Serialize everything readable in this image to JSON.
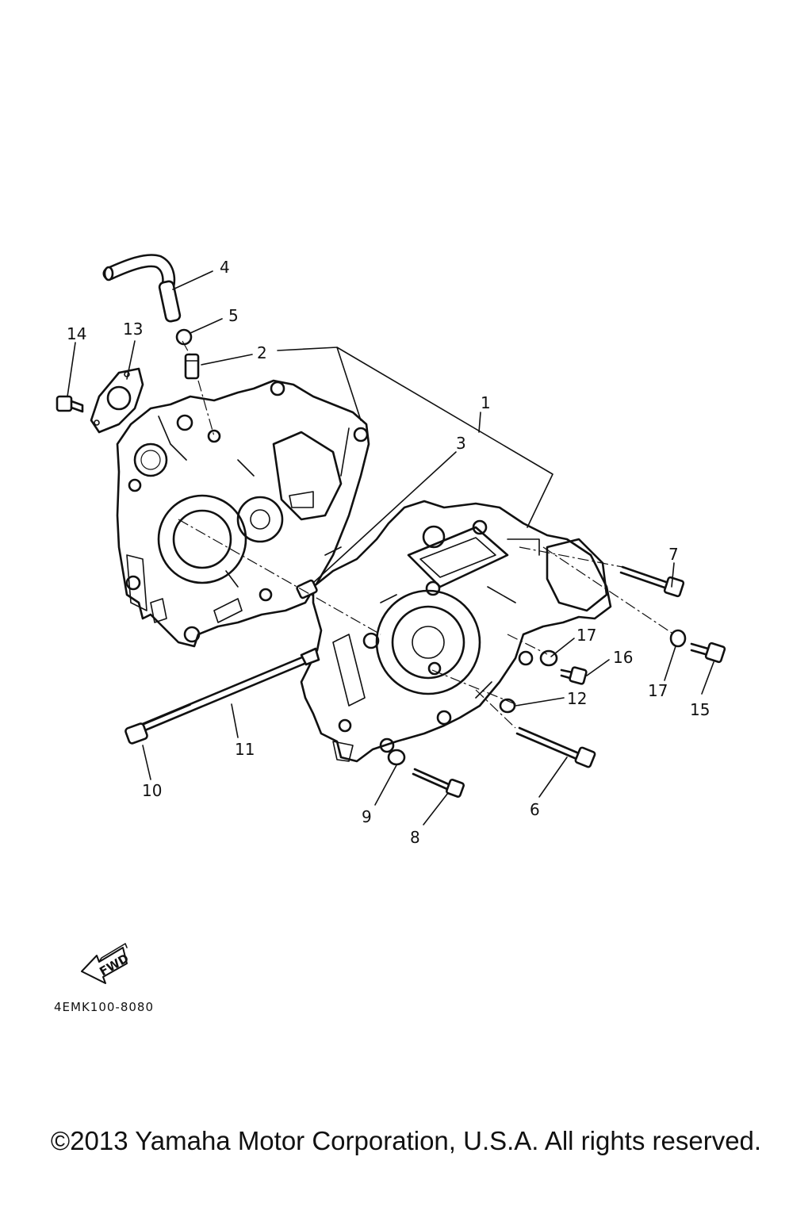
{
  "diagram": {
    "callouts": {
      "c1": "1",
      "c2": "2",
      "c3": "3",
      "c4": "4",
      "c5": "5",
      "c6": "6",
      "c7": "7",
      "c8": "8",
      "c9": "9",
      "c10": "10",
      "c11": "11",
      "c12": "12",
      "c13": "13",
      "c14": "14",
      "c15": "15",
      "c16": "16",
      "c17a": "17",
      "c17b": "17"
    },
    "fwd_label": "FWD",
    "part_code": "4EMK100-8080"
  },
  "footer": {
    "copyright": "©2013 Yamaha Motor Corporation, U.S.A. All rights reserved."
  }
}
